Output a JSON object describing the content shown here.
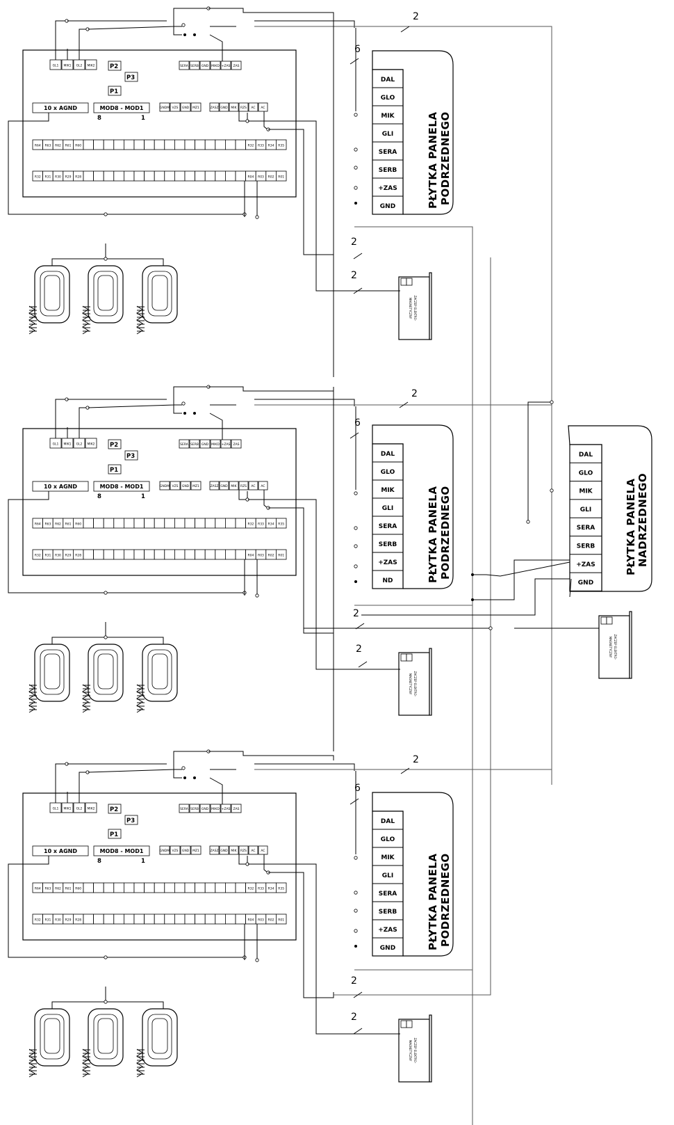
{
  "module": {
    "top_terminals": [
      "GL1",
      "MIK1",
      "GL2",
      "MIK2"
    ],
    "mid_terminals": [
      "SERA",
      "SERB",
      "GND",
      "MIKD",
      "+ZAS",
      "ZAS"
    ],
    "p_labels": [
      "P2",
      "P3",
      "P1"
    ],
    "agnd_label": "10 x AGND",
    "mod_label": "MOD8 - MOD1",
    "mod_num_left": "8",
    "mod_num_right": "1",
    "terms_left": [
      "GNDM",
      "VZS",
      "GND",
      "MZ1"
    ],
    "terms_right": [
      "ZASZ",
      "GND",
      "MIK",
      "RZS",
      "AC",
      "AC"
    ],
    "row1_left": [
      "R64",
      "R63",
      "R62",
      "R61",
      "R60"
    ],
    "row1_right": [
      "R32",
      "R33",
      "R34",
      "R35"
    ],
    "row2_left": [
      "R32",
      "R31",
      "R30",
      "R29",
      "R28"
    ],
    "row2_right": [
      "R04",
      "R03",
      "R02",
      "R01"
    ]
  },
  "sub_panel": {
    "title_line1": "PŁYTKA PANELA",
    "title_line2": "PODRZEDNEGO",
    "terminals": [
      "DAL",
      "GLO",
      "MIK",
      "GLI",
      "SERA",
      "SERB",
      "+ZAS",
      "GND"
    ],
    "terminals_mid": [
      "DAL",
      "GLO",
      "MIK",
      "GLI",
      "SERA",
      "SERB",
      "+ZAS",
      "ND"
    ]
  },
  "master_panel": {
    "title_line1": "PŁYTKA PANELA",
    "title_line2": "NADRZEDNEGO",
    "terminals": [
      "DAL",
      "GLO",
      "MIK",
      "GLI",
      "SERA",
      "SERB",
      "+ZAS",
      "GND"
    ]
  },
  "lock": {
    "line1": "ZACZEP ELEKTRO-",
    "line2": "MAGNETYCZNY"
  },
  "wire_counts": {
    "two": "2",
    "six": "6"
  }
}
